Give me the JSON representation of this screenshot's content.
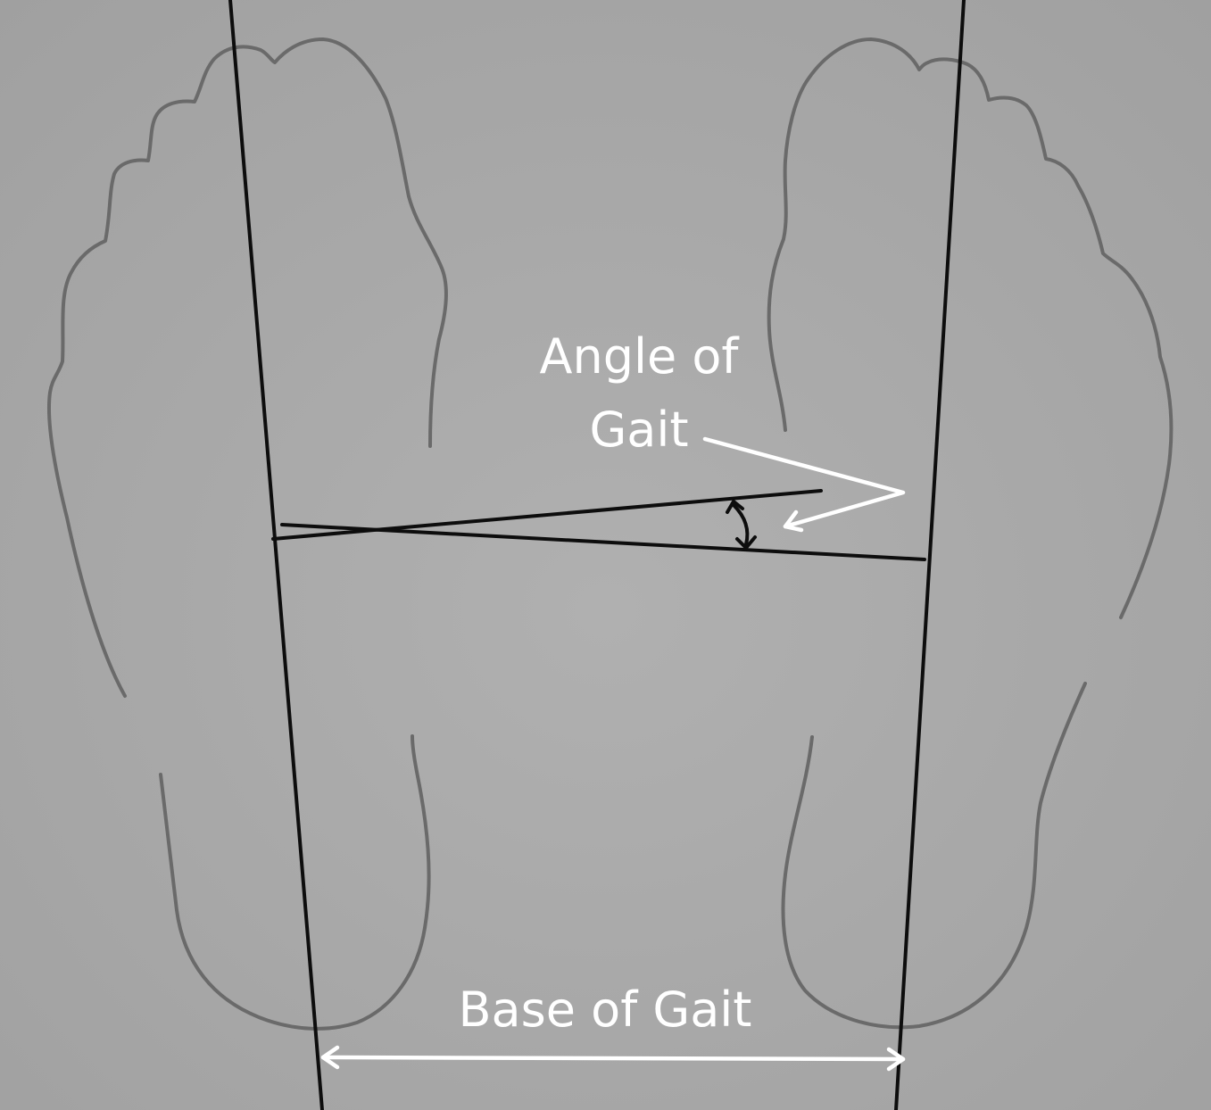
{
  "labels": {
    "angle_line1": "Angle of",
    "angle_line2": "Gait",
    "base": "Base of Gait"
  },
  "colors": {
    "background": "#a9a9a9",
    "outline": "#6a6a6a",
    "lines": "#0d0d0d",
    "annotations": "#ffffff"
  }
}
